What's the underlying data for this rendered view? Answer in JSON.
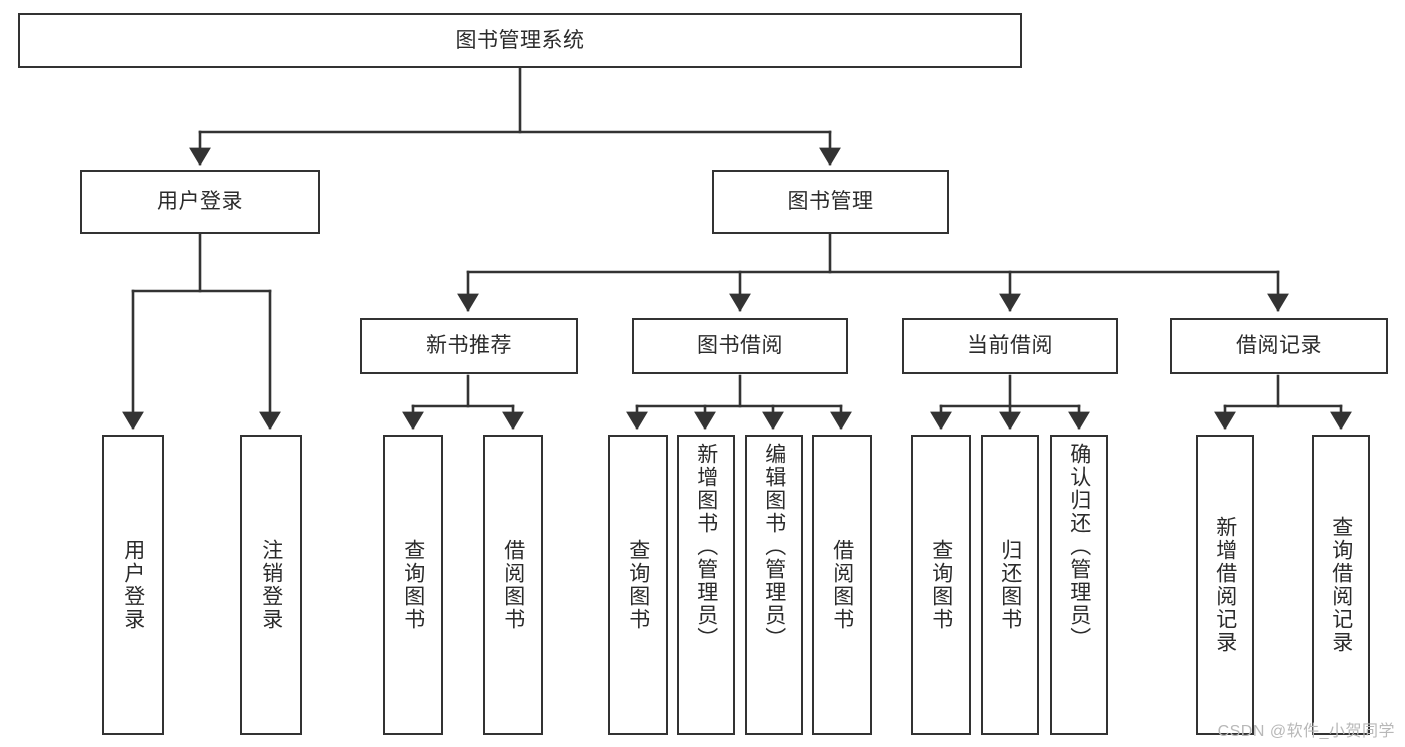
{
  "diagram": {
    "title": "图书管理系统",
    "type": "hierarchy-tree",
    "watermark": "CSDN @软件_小贺同学",
    "colors": {
      "box_border": "#333333",
      "box_fill": "#ffffff",
      "text": "#2b2b2b",
      "connector": "#333333",
      "watermark": "#b8b8b8",
      "background": "#ffffff"
    },
    "levels": [
      {
        "level": 1,
        "nodes": [
          {
            "id": "root",
            "label": "图书管理系统",
            "orientation": "horizontal"
          }
        ]
      },
      {
        "level": 2,
        "nodes": [
          {
            "id": "login",
            "label": "用户登录",
            "orientation": "horizontal",
            "parent": "root"
          },
          {
            "id": "bookmgmt",
            "label": "图书管理",
            "orientation": "horizontal",
            "parent": "root"
          }
        ]
      },
      {
        "level": 3,
        "nodes": [
          {
            "id": "newbook",
            "label": "新书推荐",
            "orientation": "horizontal",
            "parent": "bookmgmt"
          },
          {
            "id": "borrow",
            "label": "图书借阅",
            "orientation": "horizontal",
            "parent": "bookmgmt"
          },
          {
            "id": "current",
            "label": "当前借阅",
            "orientation": "horizontal",
            "parent": "bookmgmt"
          },
          {
            "id": "record",
            "label": "借阅记录",
            "orientation": "horizontal",
            "parent": "bookmgmt"
          }
        ]
      },
      {
        "level": 4,
        "nodes": [
          {
            "id": "leaf1",
            "label": "用户登录",
            "orientation": "vertical",
            "parent": "login"
          },
          {
            "id": "leaf2",
            "label": "注销登录",
            "orientation": "vertical",
            "parent": "login"
          },
          {
            "id": "leaf3",
            "label": "查询图书",
            "orientation": "vertical",
            "parent": "newbook"
          },
          {
            "id": "leaf4",
            "label": "借阅图书",
            "orientation": "vertical",
            "parent": "newbook"
          },
          {
            "id": "leaf5",
            "label": "查询图书",
            "orientation": "vertical",
            "parent": "borrow"
          },
          {
            "id": "leaf6",
            "label": "新增图书（管理员）",
            "orientation": "vertical",
            "parent": "borrow"
          },
          {
            "id": "leaf7",
            "label": "编辑图书（管理员）",
            "orientation": "vertical",
            "parent": "borrow"
          },
          {
            "id": "leaf8",
            "label": "借阅图书",
            "orientation": "vertical",
            "parent": "borrow"
          },
          {
            "id": "leaf9",
            "label": "查询图书",
            "orientation": "vertical",
            "parent": "current"
          },
          {
            "id": "leaf10",
            "label": "归还图书",
            "orientation": "vertical",
            "parent": "current"
          },
          {
            "id": "leaf11",
            "label": "确认归还（管理员）",
            "orientation": "vertical",
            "parent": "current"
          },
          {
            "id": "leaf12",
            "label": "新增借阅记录",
            "orientation": "vertical",
            "parent": "record"
          },
          {
            "id": "leaf13",
            "label": "查询借阅记录",
            "orientation": "vertical",
            "parent": "record"
          }
        ]
      }
    ]
  }
}
